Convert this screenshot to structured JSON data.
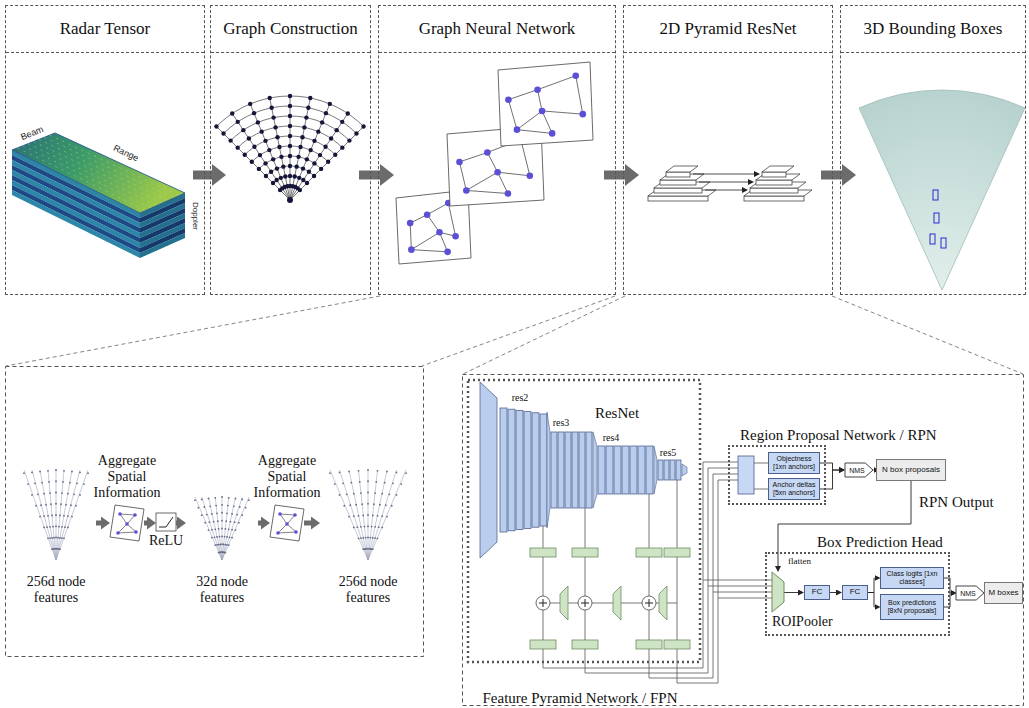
{
  "diagram": {
    "nodes": [
      {
        "text": [
          "Radar Tensor"
        ]
      },
      {
        "text": [
          "Graph Construction"
        ]
      },
      {
        "text": [
          "Graph Neural Network"
        ]
      },
      {
        "text": [
          "2D Pyramid ResNet"
        ]
      },
      {
        "text": [
          "3D Bounding Boxes"
        ]
      },
      {
        "text": [
          "256d node features"
        ]
      },
      {
        "text": [
          "Aggregate Spatial Information"
        ]
      },
      {
        "text": [
          "ReLU"
        ]
      },
      {
        "text": [
          "32d node features"
        ]
      },
      {
        "text": [
          "Aggregate Spatial Information"
        ]
      },
      {
        "text": [
          "256d node features"
        ]
      },
      {
        "text": [
          "Region Proposal Network / RPN"
        ]
      },
      {
        "text": [
          "Objectness [1xn anchors]"
        ],
        "in": 11
      },
      {
        "text": [
          "Anchor deltas [5xn anchors]"
        ],
        "in": 11
      },
      {
        "text": [
          "NMS"
        ]
      },
      {
        "text": [
          "N box proposals"
        ]
      },
      {
        "text": [
          "Box Prediction Head"
        ]
      },
      {
        "text": [
          "ROIPooler"
        ],
        "in": 16
      },
      {
        "text": [
          "FC"
        ],
        "in": 16
      },
      {
        "text": [
          "FC"
        ],
        "in": 16
      },
      {
        "text": [
          "Class logits [1xn classes]"
        ],
        "in": 16
      },
      {
        "text": [
          "Box predictions [8xN proposals]"
        ],
        "in": 16
      },
      {
        "text": [
          "NMS"
        ]
      },
      {
        "text": [
          "M boxes"
        ]
      }
    ],
    "edges": [
      {
        "from": 0,
        "to": 1,
        "arrow": "to"
      },
      {
        "from": 1,
        "to": 2,
        "arrow": "to"
      },
      {
        "from": 2,
        "to": 3,
        "arrow": "to"
      },
      {
        "from": 3,
        "to": 4,
        "arrow": "to"
      },
      {
        "from": 5,
        "to": 6,
        "arrow": "to"
      },
      {
        "from": 6,
        "to": 7,
        "arrow": "to"
      },
      {
        "from": 7,
        "to": 8,
        "arrow": "to"
      },
      {
        "from": 8,
        "to": 9,
        "arrow": "to"
      },
      {
        "from": 9,
        "to": 10,
        "arrow": "to"
      },
      {
        "from": 12,
        "to": 14,
        "arrow": "to"
      },
      {
        "from": 13,
        "to": 14,
        "arrow": "to"
      },
      {
        "from": 14,
        "to": 15,
        "arrow": "to"
      },
      {
        "from": 15,
        "to": 17,
        "arrow": "to",
        "label": "RPN Output"
      },
      {
        "from": 17,
        "to": 18,
        "arrow": "to",
        "label": "flatten"
      },
      {
        "from": 18,
        "to": 19,
        "arrow": "to"
      },
      {
        "from": 19,
        "to": 20,
        "arrow": "to"
      },
      {
        "from": 19,
        "to": 21,
        "arrow": "to"
      },
      {
        "from": 20,
        "to": 22,
        "arrow": "to"
      },
      {
        "from": 21,
        "to": 22,
        "arrow": "to"
      },
      {
        "from": 22,
        "to": 23,
        "arrow": "to"
      }
    ],
    "labels": [
      "Beam",
      "Range",
      "Doppler",
      "res2",
      "res3",
      "res4",
      "res5",
      "ResNet",
      "Feature Pyramid Network / FPN"
    ]
  }
}
